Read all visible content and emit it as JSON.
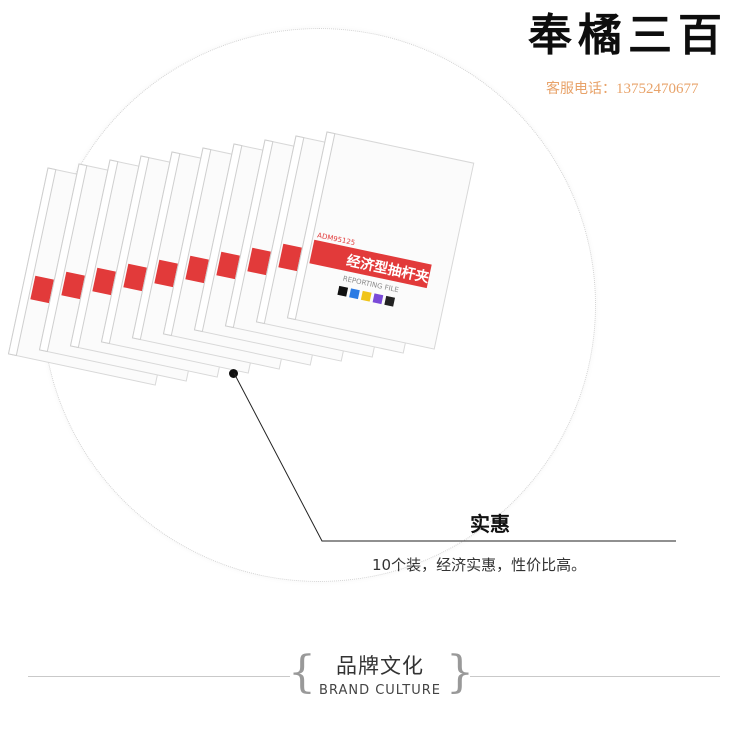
{
  "header": {
    "shop_name": "奉橘三百",
    "hotline_label": "客服电话：",
    "hotline_number": "13752470677",
    "accent_color": "#e8a36a"
  },
  "product": {
    "image_subject": "stack of ten white report folders with red labels",
    "label_title": "经济型",
    "label_sub": "抽杆夹",
    "label_english": "REPORTING FILE",
    "label_code": "ADM95125",
    "label_color": "#e23a3a"
  },
  "feature": {
    "title": "实惠",
    "description": "10个装，经济实惠，性价比高。"
  },
  "culture": {
    "title_cn": "品牌文化",
    "title_en": "BRAND CULTURE",
    "brace_left": "{",
    "brace_right": "}"
  }
}
